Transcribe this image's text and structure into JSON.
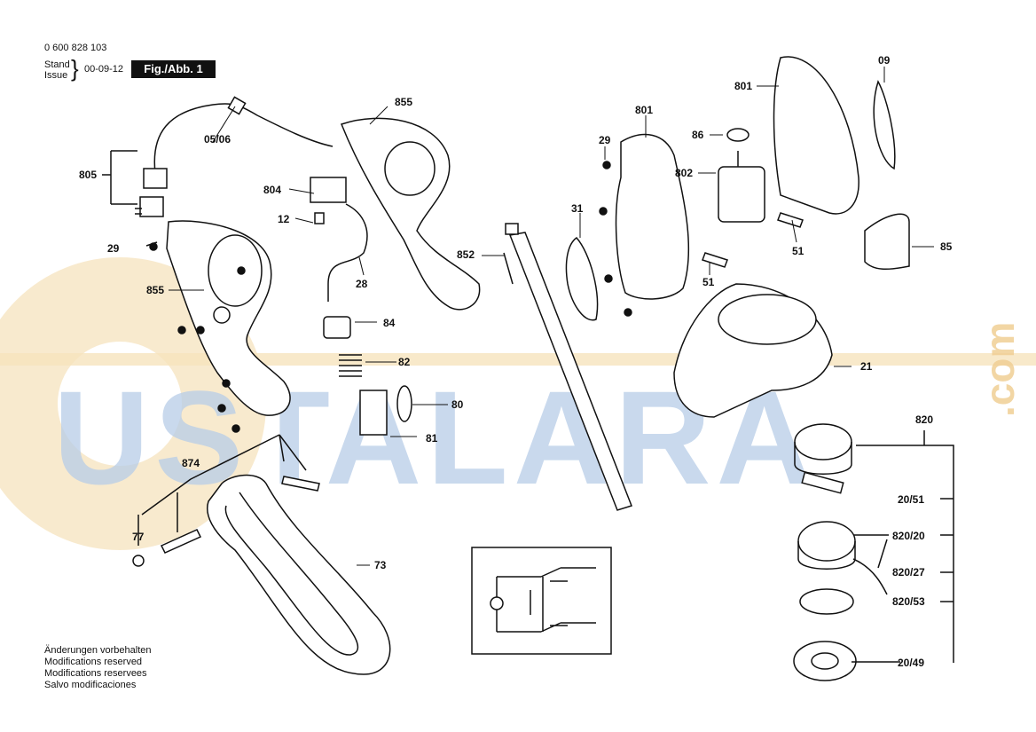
{
  "header": {
    "doc_number": "0 600 828 103",
    "stand_label": "Stand",
    "issue_label": "Issue",
    "date": "00-09-12",
    "figure_label": "Fig./Abb. 1"
  },
  "parts": {
    "p0506": "05/06",
    "p805": "805",
    "p804": "804",
    "p12": "12",
    "p28": "28",
    "p855a": "855",
    "p855b": "855",
    "p29a": "29",
    "p29b": "29",
    "p84": "84",
    "p82": "82",
    "p80": "80",
    "p81": "81",
    "p852": "852",
    "p874": "874",
    "p77": "77",
    "p73": "73",
    "p801a": "801",
    "p801b": "801",
    "p86": "86",
    "p802": "802",
    "p31": "31",
    "p51a": "51",
    "p51b": "51",
    "p09": "09",
    "p85": "85",
    "p21": "21",
    "p820": "820",
    "p2051": "20/51",
    "p82020": "820/20",
    "p82027": "820/27",
    "p82053": "820/53",
    "p2049": "20/49"
  },
  "footer": {
    "line1": "Änderungen vorbehalten",
    "line2": "Modifications reserved",
    "line3": "Modifications reservees",
    "line4": "Salvo modificaciones"
  },
  "watermark": {
    "text": "USTALARA",
    "suffix": ".com",
    "color": "#9ab8dc",
    "accent": "#f3d9a8"
  }
}
